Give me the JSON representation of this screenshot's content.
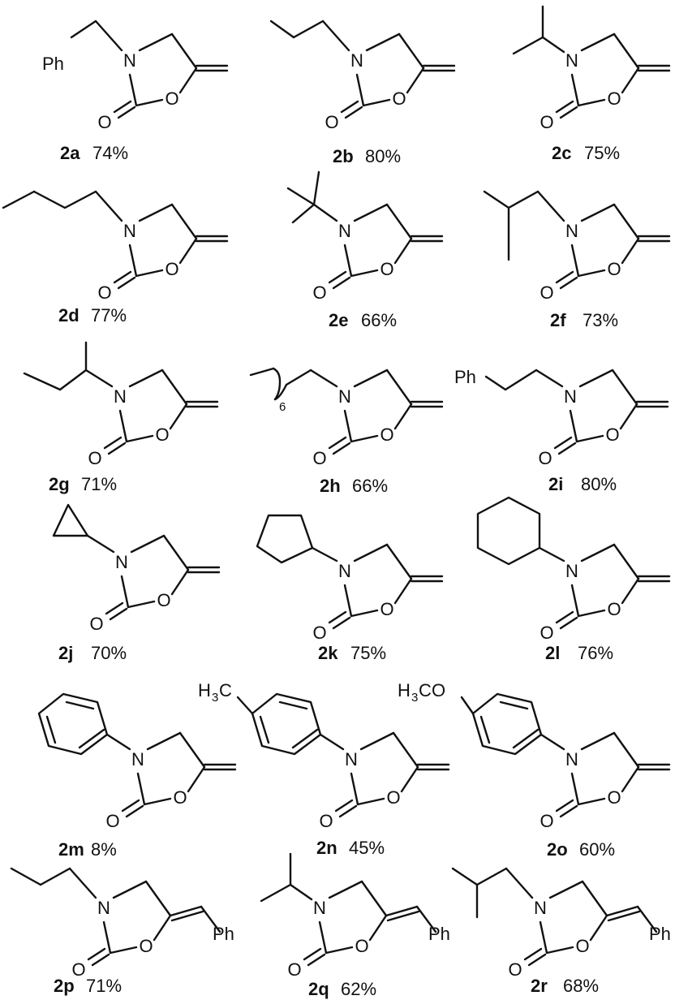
{
  "atoms": {
    "N": "N",
    "O": "O",
    "Ph": "Ph",
    "H": "H",
    "C": "C",
    "OC": "O",
    "three": "3",
    "six": "6"
  },
  "compounds": [
    {
      "id": "2a",
      "yield": "74%"
    },
    {
      "id": "2b",
      "yield": "80%"
    },
    {
      "id": "2c",
      "yield": "75%"
    },
    {
      "id": "2d",
      "yield": "77%"
    },
    {
      "id": "2e",
      "yield": "66%"
    },
    {
      "id": "2f",
      "yield": "73%"
    },
    {
      "id": "2g",
      "yield": "71%"
    },
    {
      "id": "2h",
      "yield": "66%"
    },
    {
      "id": "2i",
      "yield": "80%"
    },
    {
      "id": "2j",
      "yield": "70%"
    },
    {
      "id": "2k",
      "yield": "75%"
    },
    {
      "id": "2l",
      "yield": "76%"
    },
    {
      "id": "2m",
      "yield": "8%"
    },
    {
      "id": "2n",
      "yield": "45%"
    },
    {
      "id": "2o",
      "yield": "60%"
    },
    {
      "id": "2p",
      "yield": "71%"
    },
    {
      "id": "2q",
      "yield": "62%"
    },
    {
      "id": "2r",
      "yield": "68%"
    }
  ]
}
